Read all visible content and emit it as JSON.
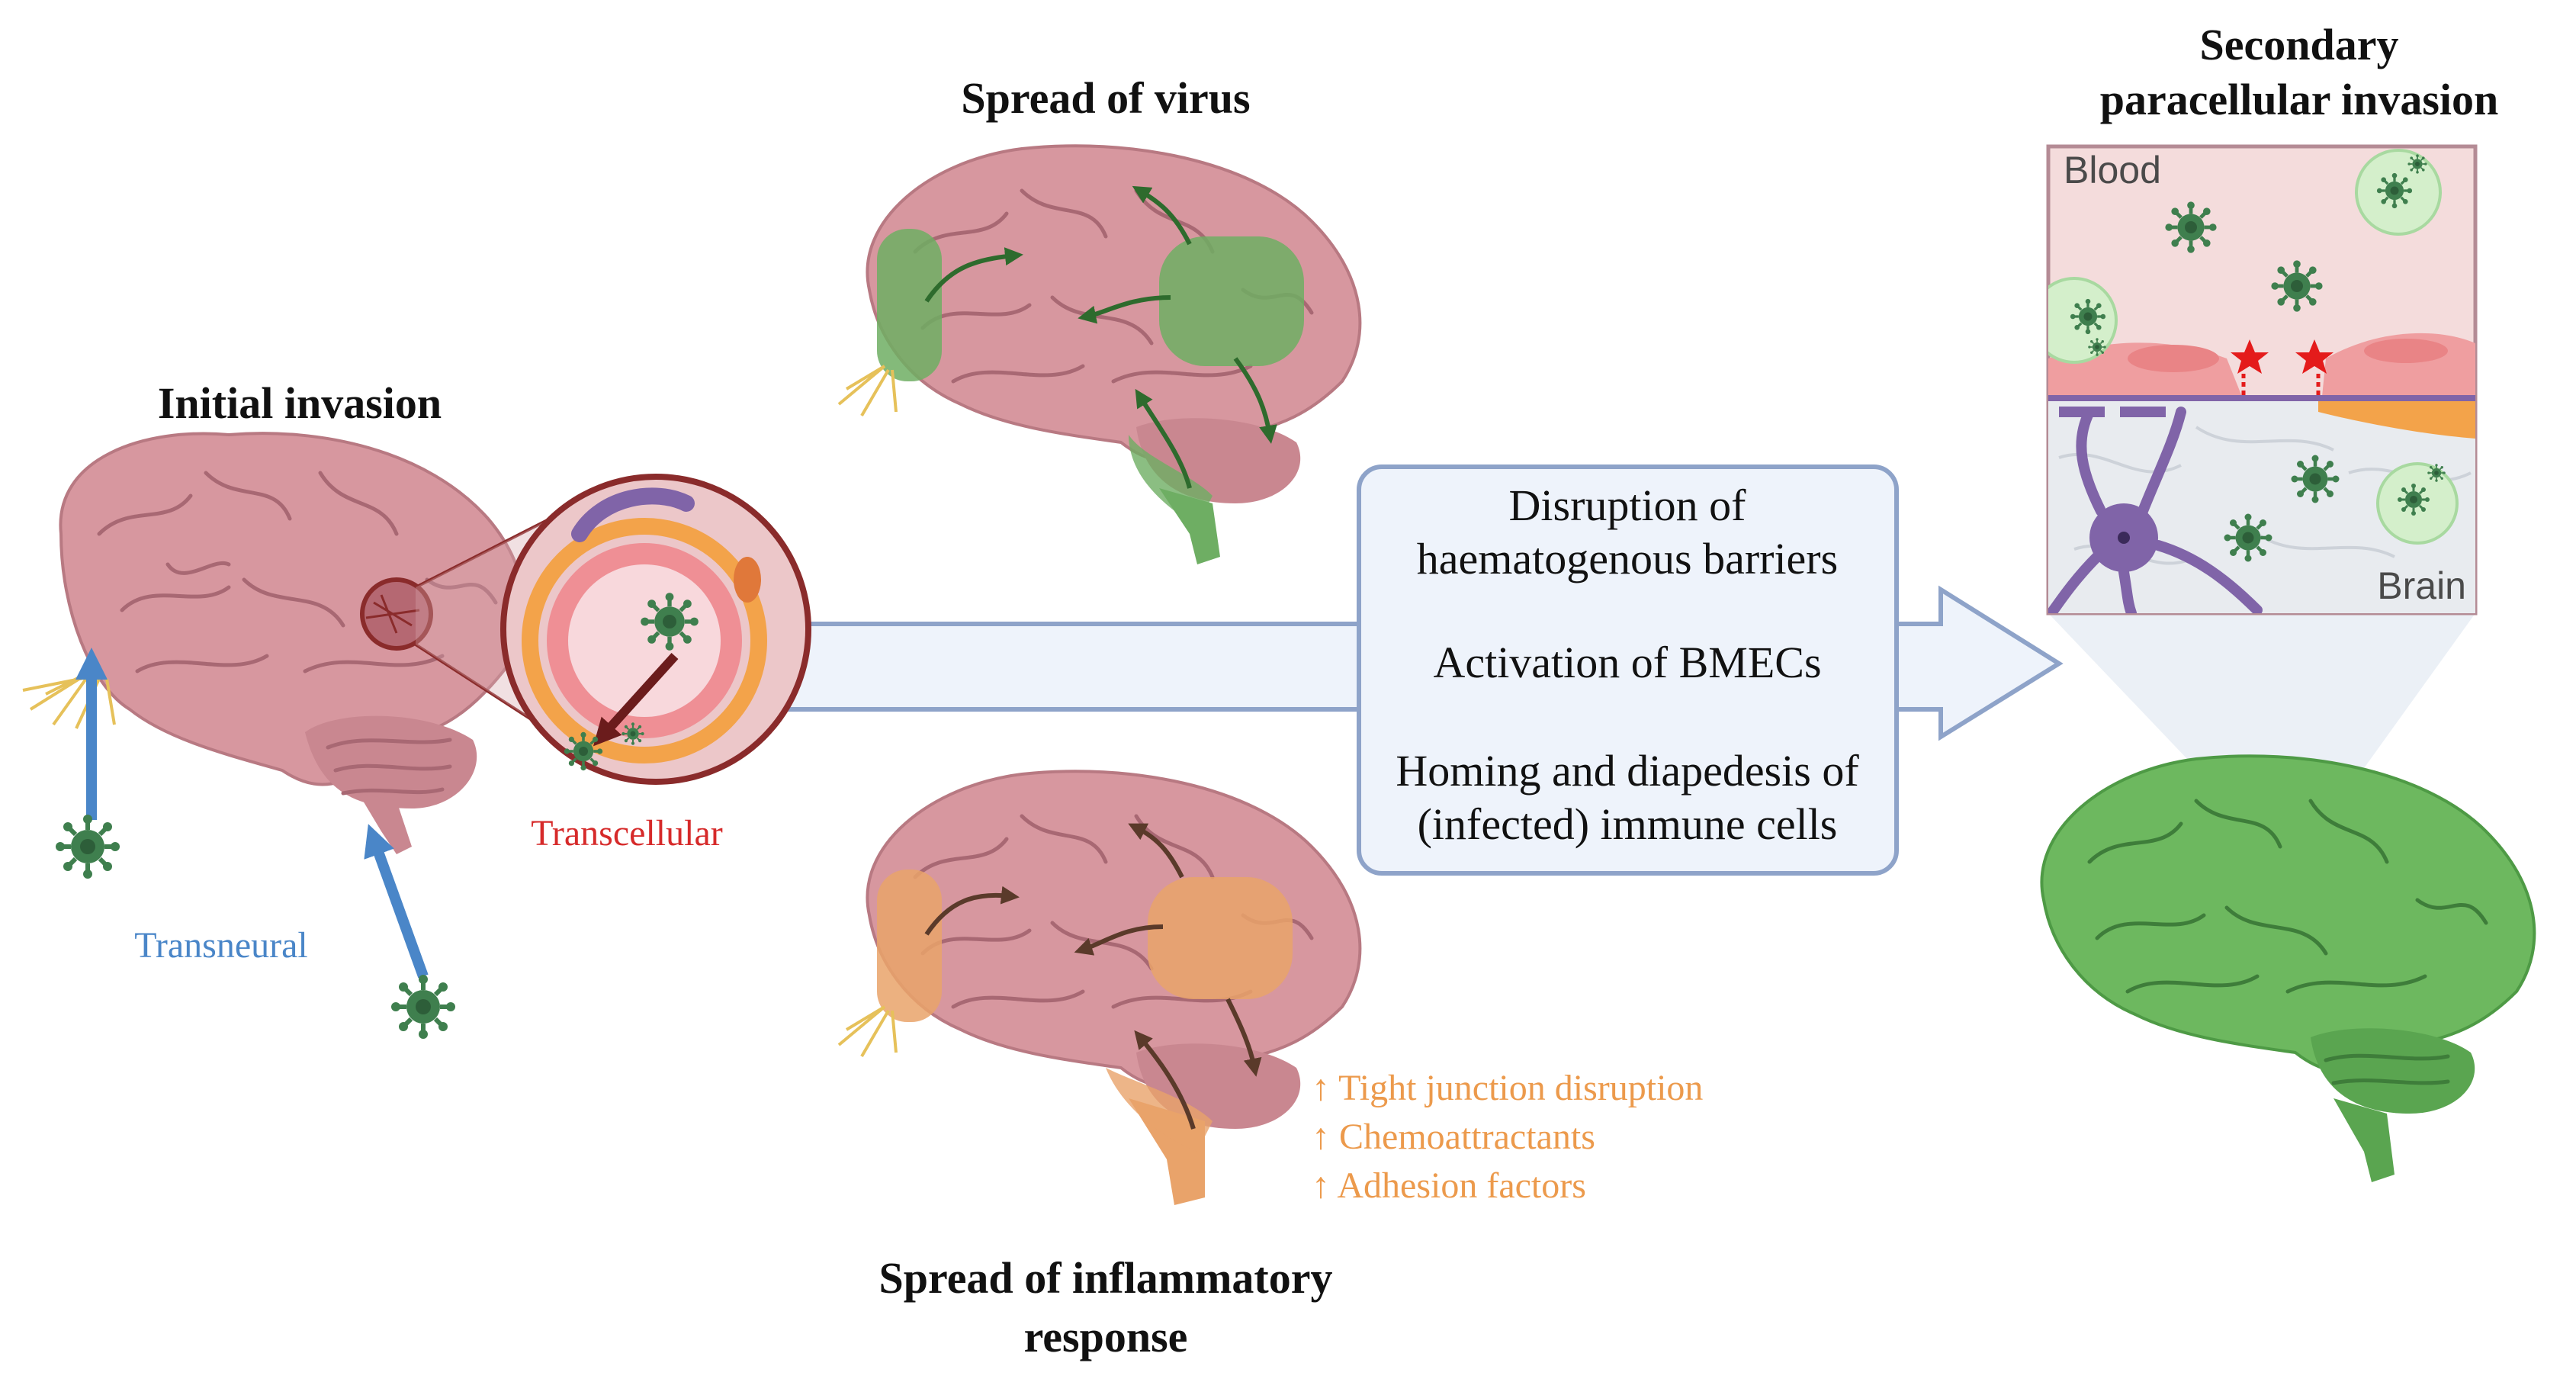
{
  "colors": {
    "brain_pink": "#d7979f",
    "brain_green": "#6db85f",
    "virus_green": "#3f7f4e",
    "spread_green": "#6eae63",
    "spread_orange": "#e9a36a",
    "arrow_blue": "#4a86c8",
    "panel_border": "#8ea3c9",
    "panel_fill": "#eef3fb",
    "transcellular_red": "#d62a2a",
    "inflammation_orange": "#ec9a4c"
  },
  "icons": [
    "virus-icon",
    "brain-icon",
    "blood-vessel-icon",
    "star-icon",
    "neuron-icon",
    "immune-cell-icon"
  ],
  "initial": {
    "title": "Initial invasion",
    "transneural_label": "Transneural",
    "transcellular_label": "Transcellular"
  },
  "virus_spread": {
    "title": "Spread of virus"
  },
  "inflammation": {
    "title_line1": "Spread of inflammatory",
    "title_line2": "response",
    "items": [
      "↑ Tight junction disruption",
      "↑ Chemoattractants",
      "↑ Adhesion factors"
    ]
  },
  "center_panel": {
    "line1": "Disruption of",
    "line2": "haematogenous barriers",
    "line3": "Activation of BMECs",
    "line4": "Homing and diapedesis of",
    "line5": "(infected) immune cells"
  },
  "secondary": {
    "title_line1": "Secondary",
    "title_line2": "paracellular invasion",
    "blood_label": "Blood",
    "brain_label": "Brain"
  }
}
